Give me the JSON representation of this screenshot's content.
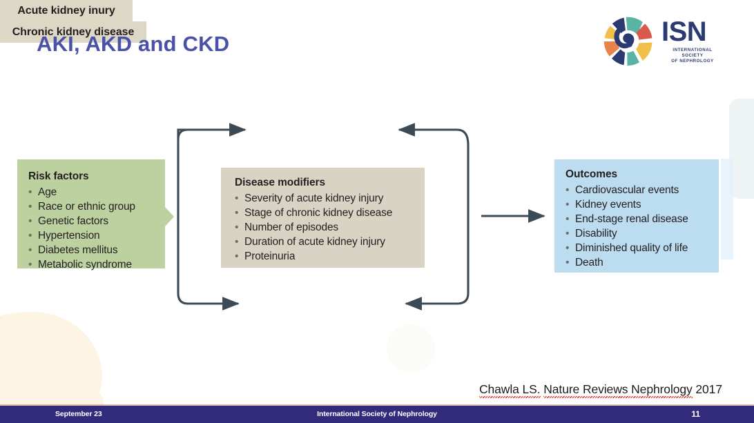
{
  "slide": {
    "title": "AKI, AKD and CKD"
  },
  "logo": {
    "acronym": "ISN",
    "subtitle_line1": "INTERNATIONAL SOCIETY",
    "subtitle_line2": "OF NEPHROLOGY",
    "colors": {
      "navy": "#2c3a72",
      "teal": "#5bb3a6",
      "orange": "#e8834a",
      "yellow": "#f0c04a",
      "red": "#d9594c",
      "text": "#2c3a72"
    }
  },
  "figure": {
    "risk_factors": {
      "heading": "Risk factors",
      "items": [
        "Age",
        "Race or ethnic group",
        "Genetic factors",
        "Hypertension",
        "Diabetes mellitus",
        "Metabolic syndrome"
      ],
      "color": "#bdd0a0"
    },
    "disease_modifiers": {
      "heading": "Disease modifiers",
      "items": [
        "Severity of acute kidney injury",
        "Stage of chronic kidney disease",
        "Number of episodes",
        "Duration of acute kidney injury",
        "Proteinuria"
      ],
      "color": "#d8d3c2"
    },
    "outcomes": {
      "heading": "Outcomes",
      "items": [
        "Cardiovascular events",
        "Kidney events",
        "End-stage renal disease",
        "Disability",
        "Diminished quality of life",
        "Death"
      ],
      "color": "#bcdcf0"
    },
    "acute_box": {
      "label": "Acute kidney inury",
      "color": "#ddd7c6"
    },
    "chronic_box": {
      "label": "Chronic kidney disease",
      "color": "#ddd7c6"
    },
    "connector_color": "#3c4a55"
  },
  "citation": {
    "author": "Chawla LS.",
    "journal": "Nature Reviews Nephrology",
    "year": "2017"
  },
  "footer": {
    "date": "September 23",
    "organization": "International Society of Nephrology",
    "page_number": "11",
    "background": "#322b7c"
  }
}
